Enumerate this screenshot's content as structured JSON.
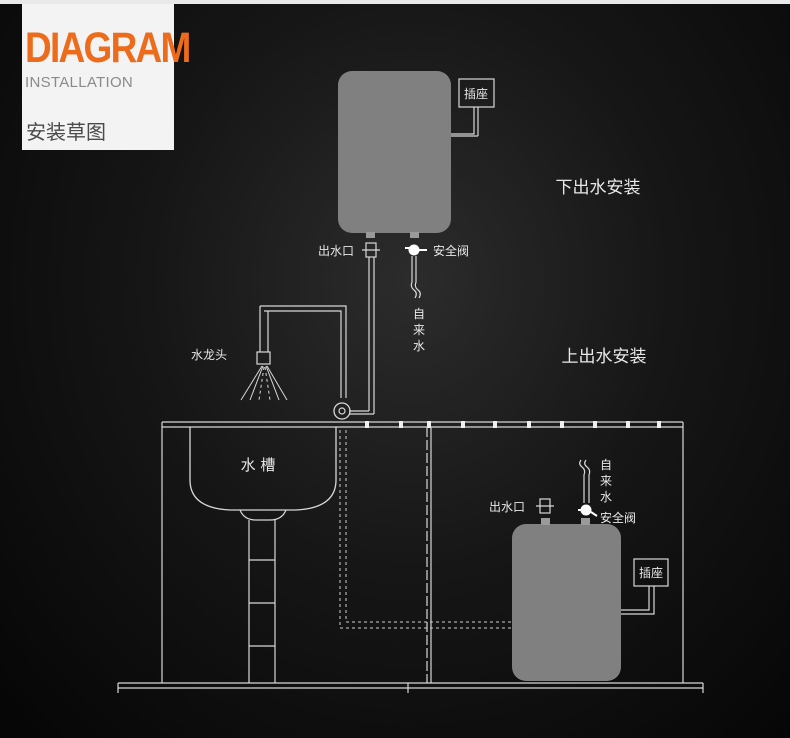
{
  "header": {
    "title": "DIAGRAM",
    "subtitle": "INSTALLATION",
    "cn_title": "安装草图"
  },
  "sections": {
    "bottom_outlet": "下出水安装",
    "top_outlet": "上出水安装"
  },
  "upper_heater": {
    "socket": "插座",
    "outlet": "出水口",
    "valve": "安全阀",
    "water_supply": [
      "自",
      "来",
      "水"
    ]
  },
  "faucet": {
    "label": "水龙头"
  },
  "sink": {
    "label": "水 槽"
  },
  "lower_heater": {
    "socket": "插座",
    "outlet": "出水口",
    "valve": "安全阀",
    "water_supply": [
      "自",
      "来",
      "水"
    ]
  },
  "colors": {
    "accent": "#ec6c1c",
    "heater_fill": "#808080",
    "line": "#d8d8d8"
  }
}
